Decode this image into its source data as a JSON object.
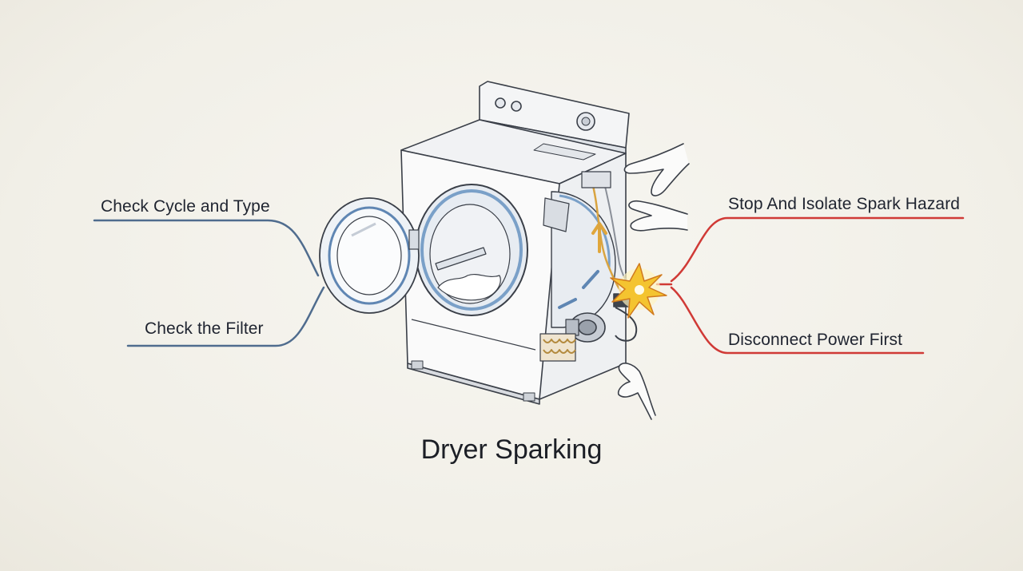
{
  "labels": {
    "check_cycle": "Check Cycle and Type",
    "check_filter": "Check the Filter",
    "stop_isolate": "Stop And Isolate Spark Hazard",
    "disconnect_power": "Disconnect Power First"
  },
  "title": "Dryer Sparking",
  "colors": {
    "left_connector": "#4f6c8e",
    "right_connector": "#d03a36",
    "spark": "#f4c430",
    "drum_accent": "#7aa0c8",
    "wire": "#d9a441"
  },
  "icons": {
    "appliance": "dryer-illustration",
    "spark": "spark-icon",
    "hands": "hand-icon"
  }
}
